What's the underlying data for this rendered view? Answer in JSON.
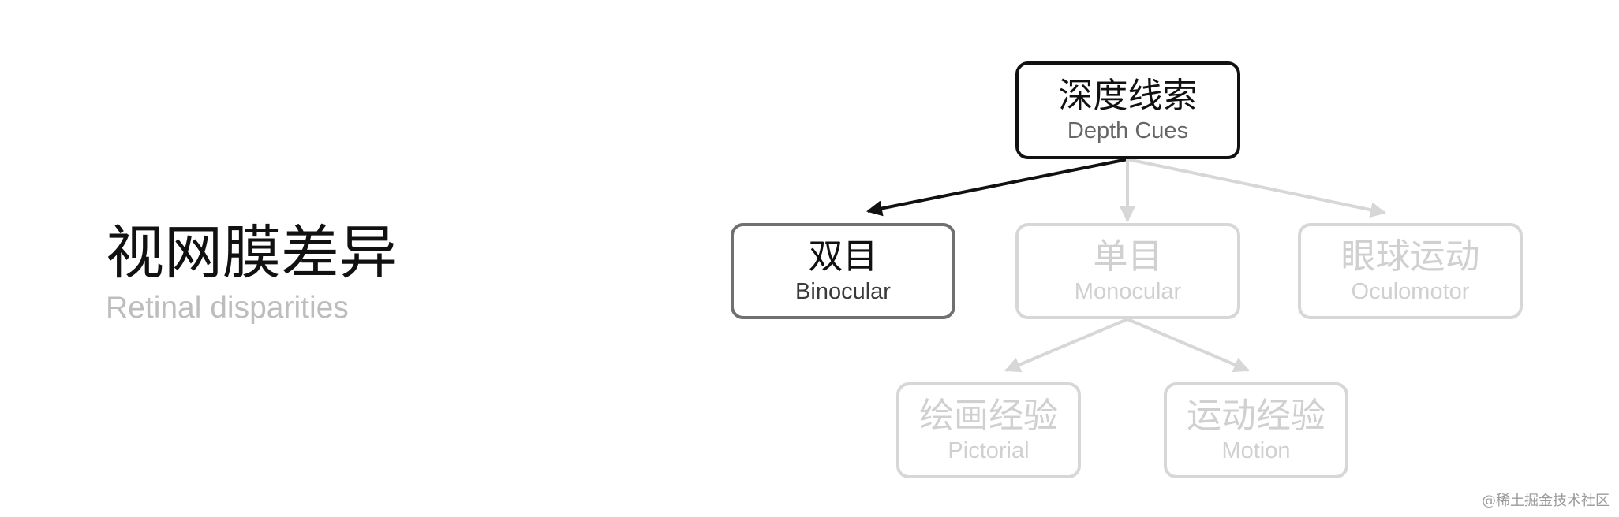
{
  "heading": {
    "zh": "视网膜差异",
    "en": "Retinal disparities"
  },
  "diagram": {
    "root": {
      "zh": "深度线索",
      "en": "Depth Cues"
    },
    "binocular": {
      "zh": "双目",
      "en": "Binocular"
    },
    "monocular": {
      "zh": "单目",
      "en": "Monocular"
    },
    "oculomotor": {
      "zh": "眼球运动",
      "en": "Oculomotor"
    },
    "pictorial": {
      "zh": "绘画经验",
      "en": "Pictorial"
    },
    "motion": {
      "zh": "运动经验",
      "en": "Motion"
    },
    "edges": [
      {
        "from": "root",
        "to": "binocular",
        "highlighted": true
      },
      {
        "from": "root",
        "to": "monocular",
        "highlighted": false
      },
      {
        "from": "root",
        "to": "oculomotor",
        "highlighted": false
      },
      {
        "from": "monocular",
        "to": "pictorial",
        "highlighted": false
      },
      {
        "from": "monocular",
        "to": "motion",
        "highlighted": false
      }
    ]
  },
  "colors": {
    "highlight": "#111111",
    "dimmed": "#d7d7d7"
  },
  "watermark": "@稀土掘金技术社区"
}
